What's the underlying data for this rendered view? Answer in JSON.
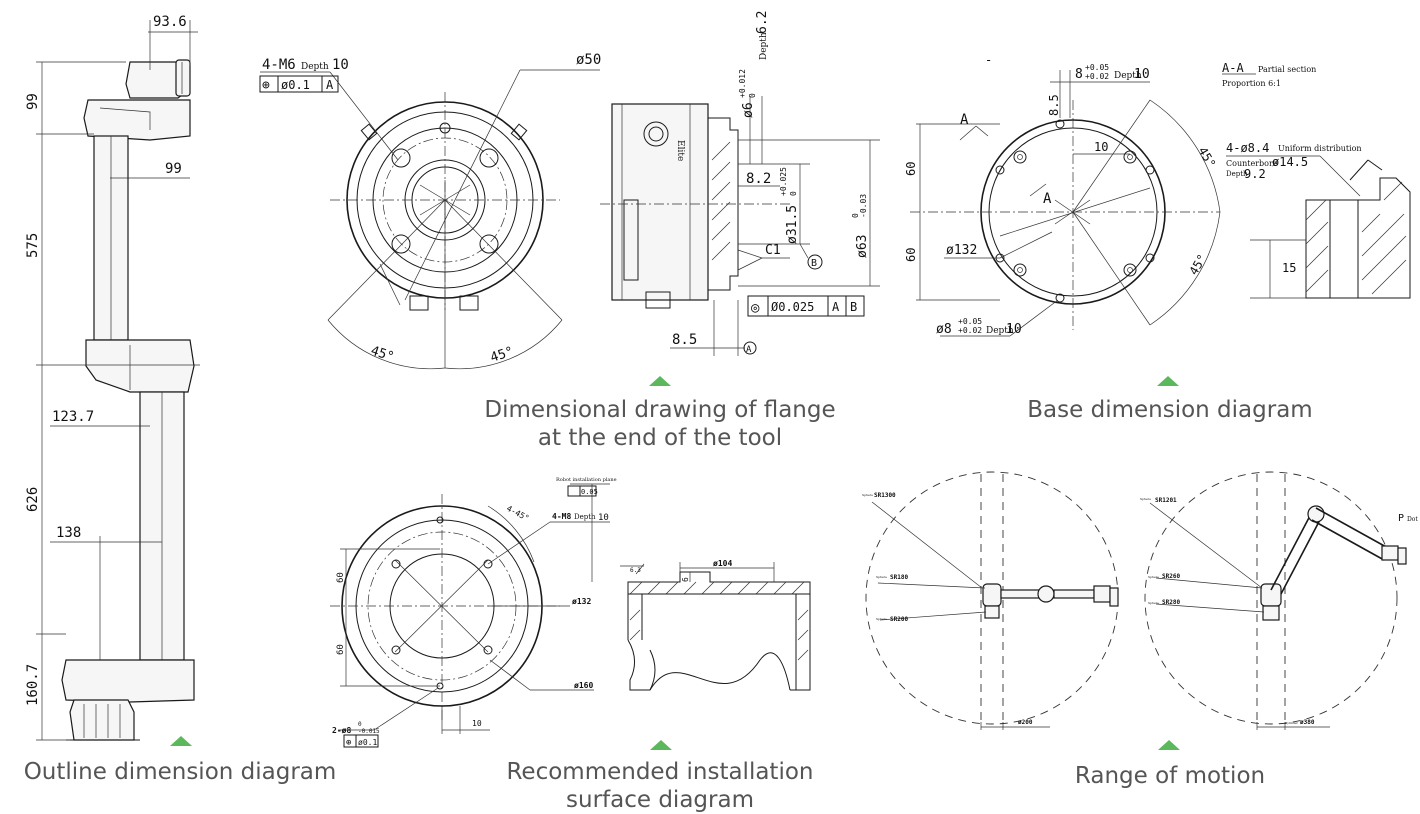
{
  "colors": {
    "line": "#1a1a1a",
    "caption": "#555555",
    "marker": "#5cb85c"
  },
  "captions": {
    "outline": "Outline dimension diagram",
    "flange": [
      "Dimensional drawing of flange",
      "at the end of the tool"
    ],
    "base": "Base dimension diagram",
    "install": [
      "Recommended installation",
      "surface diagram"
    ],
    "motion": "Range of motion"
  },
  "outline": {
    "d_93_6": "93.6",
    "d_99_top": "99",
    "d_99_side": "99",
    "d_575": "575",
    "d_123_7": "123.7",
    "d_626": "626",
    "d_138": "138",
    "d_160_7": "160.7"
  },
  "flange": {
    "m6": "4-M6",
    "m6_depth": "Depth",
    "m6_depth_val": "10",
    "tol_sym": "⊕",
    "tol_val": "ø0.1",
    "tol_ref": "A",
    "d50": "ø50",
    "deg_left": "45°",
    "deg_right": "45°",
    "d6": "ø6",
    "d6_tol_up": "+0.012",
    "d6_tol_low": "0",
    "d6_depth": "Depth",
    "d6_depth_val": "6.2",
    "d8_2": "8.2",
    "d31_5": "ø31.5",
    "d31_tol_up": "+0.025",
    "d31_tol_low": "0",
    "d63": "ø63",
    "d63_tol_up": "0",
    "d63_tol_low": "-0.03",
    "c1": "C1",
    "b_ref": "B",
    "d8_5": "8.5",
    "a_ref": "A",
    "conc_sym": "◎",
    "conc_val": "Ø0.025",
    "conc_ref1": "A",
    "conc_ref2": "B",
    "brand": "Elite"
  },
  "base": {
    "dash": "-",
    "d8_top": "8",
    "d8_top_tol_up": "+0.05",
    "d8_top_tol_low": "+0.02",
    "d8_top_depth": "Depth",
    "d8_top_depth_val": "10",
    "d8_5": "8.5",
    "d10": "10",
    "a_top": "A",
    "a_mid": "A",
    "d60_top": "60",
    "d60_bot": "60",
    "d132": "ø132",
    "deg_top": "45°",
    "deg_bot": "45°",
    "d8_bot": "ø8",
    "d8_bot_tol_up": "+0.05",
    "d8_bot_tol_low": "+0.02",
    "d8_bot_depth": "Depth",
    "d8_bot_depth_val": "10",
    "section": "A-A",
    "section_sub": "Partial section",
    "proportion": "Proportion 6:1",
    "holes": "4-ø8.4",
    "holes_sub": "Uniform distribution",
    "cbore": "Counterbore",
    "cbore_val": "ø14.5",
    "cbore_depth": "Depth",
    "cbore_depth_val": "9.2",
    "d15": "15"
  },
  "install": {
    "plane": "Robot installation plane",
    "flat_val": "0.05",
    "deg": "4-45°",
    "m8": "4-M8",
    "m8_depth": "Depth",
    "m8_depth_val": "10",
    "d132": "ø132",
    "d160": "ø160",
    "d60_top": "60",
    "d60_bot": "60",
    "pins": "2-ø8",
    "pins_tol_up": "0",
    "pins_tol_low": "-0.015",
    "pins_tol_val": "ø0.1",
    "d10": "10",
    "d104": "ø104",
    "d6": "6",
    "rough": "6.3"
  },
  "motion": {
    "sr1300": "SR1300",
    "sr180": "SR180",
    "sr200": "SR200",
    "d200": "ø200",
    "sr1201": "SR1201",
    "sr260": "SR260",
    "sr280": "SR280",
    "d380": "ø380",
    "p": "P",
    "pdot": "Dot",
    "sphere": "Sphere",
    "cyl": "Cylinder"
  }
}
